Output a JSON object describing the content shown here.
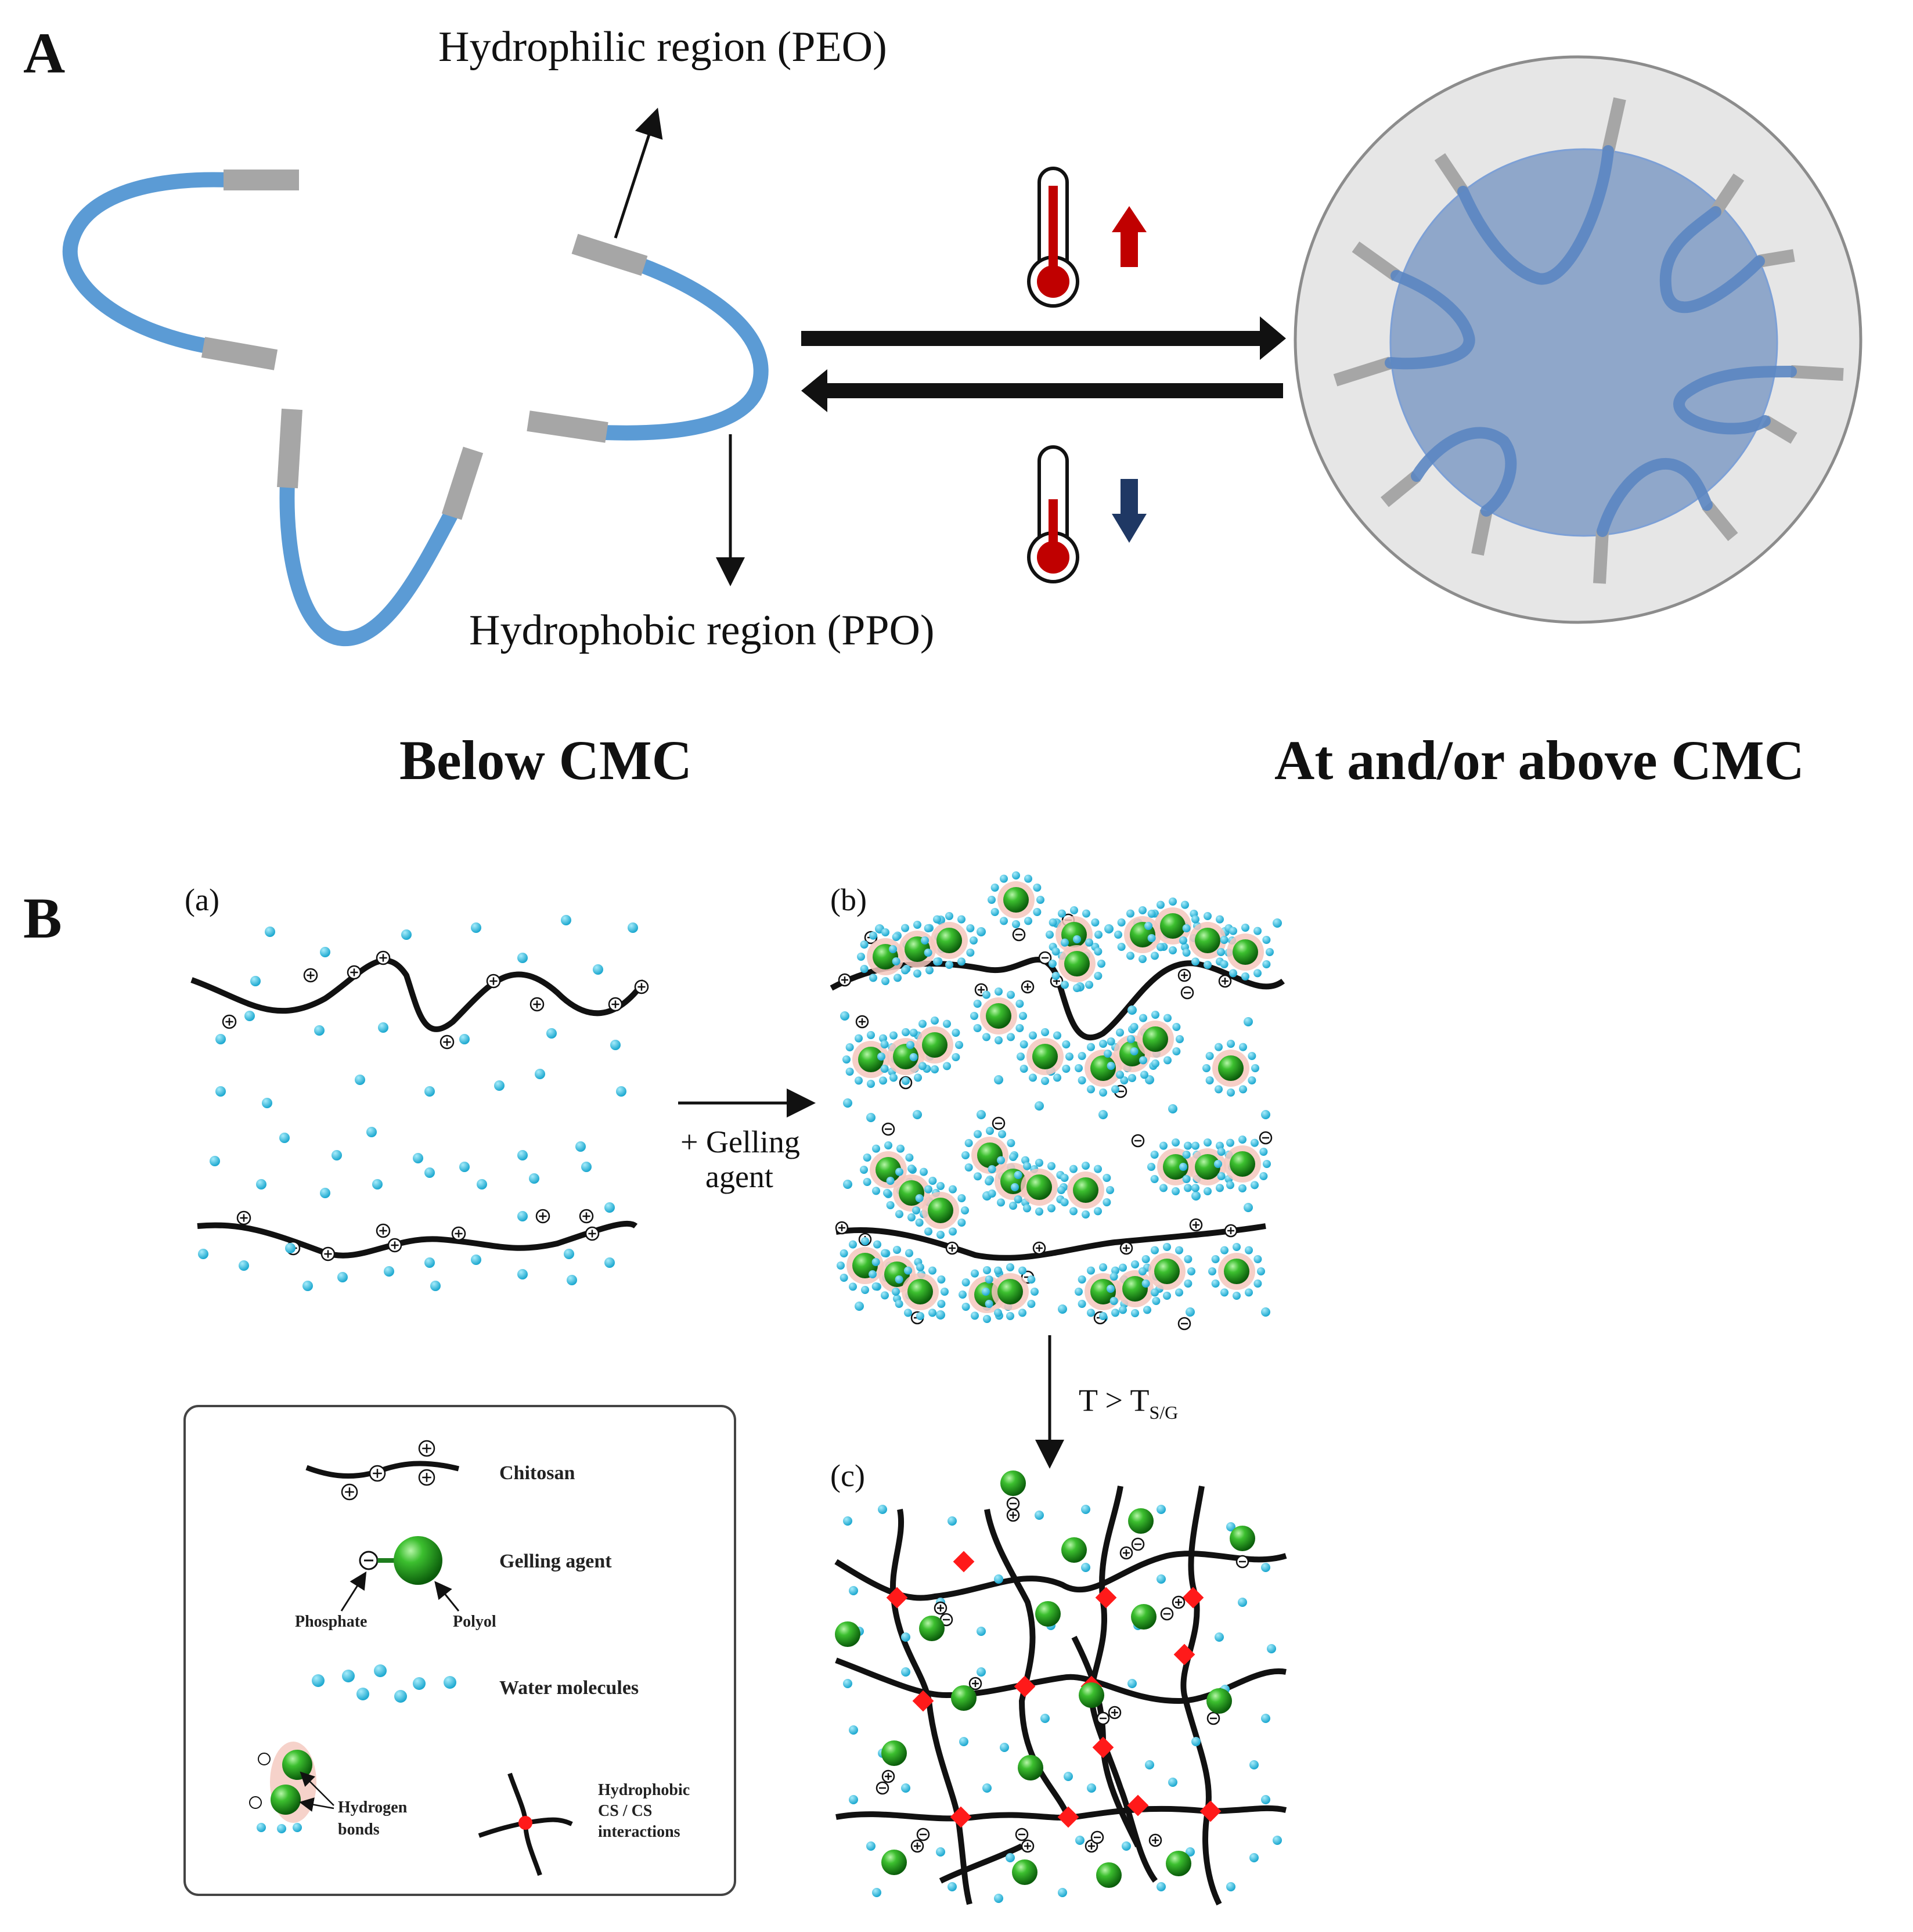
{
  "panel_a": {
    "label": "A",
    "hydrophilic_label": "Hydrophilic region (PEO)",
    "hydrophobic_label": "Hydrophobic region (PPO)",
    "below_caption": "Below CMC",
    "above_caption": "At and/or above CMC"
  },
  "panel_b": {
    "label": "B",
    "sub_a": "(a)",
    "sub_b": "(b)",
    "sub_c": "(c)",
    "gelling_line1": "+ Gelling",
    "gelling_line2": "agent",
    "transition": "T > T",
    "transition_sub": "S/G"
  },
  "legend": {
    "chitosan": "Chitosan",
    "gelling_agent": "Gelling agent",
    "phosphate": "Phosphate",
    "polyol": "Polyol",
    "water": "Water molecules",
    "hbond_line1": "Hydrogen",
    "hbond_line2": "bonds",
    "hydrophobic_line1": "Hydrophobic",
    "hydrophobic_line2": "CS / CS",
    "hydrophobic_line3": "interactions"
  },
  "colors": {
    "peo_blue": "#5b9bd5",
    "ppo_gray": "#a6a6a6",
    "thermo_red": "#c00000",
    "arrow_down_navy": "#1f3864",
    "water_cyan": "#29b6d8",
    "agent_green": "#1e9e1e",
    "crosslink_red": "#ff1a1a"
  }
}
